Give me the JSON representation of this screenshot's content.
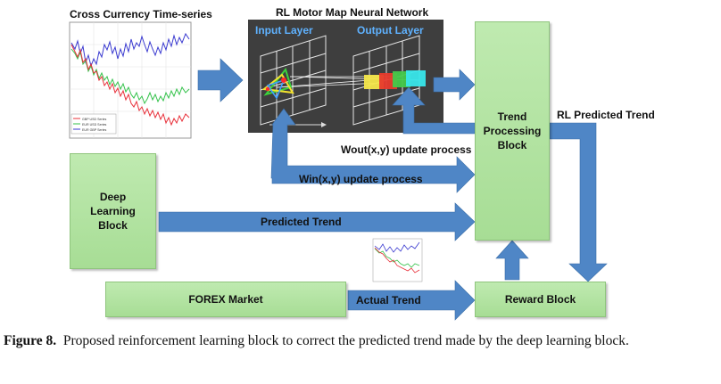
{
  "titles": {
    "timeseries": "Cross Currency Time-series",
    "network": "RL Motor Map Neural Network"
  },
  "network": {
    "input_layer": "Input Layer",
    "output_layer": "Output Layer"
  },
  "legend": [
    "GBP USD Series",
    "EUR USD Series",
    "EUR GBP Series"
  ],
  "blocks": {
    "deep_learning": "Deep Learning Block",
    "trend_processing": "Trend Processing Block",
    "forex": "FOREX Market",
    "reward": "Reward Block"
  },
  "arrows": {
    "wout": "Wout(x,y) update process",
    "win": "Win(x,y) update process",
    "predicted": "Predicted Trend",
    "rl_predicted": "RL Predicted Trend",
    "actual": "Actual Trend"
  },
  "caption": {
    "label": "Figure 8.",
    "text": "Proposed reinforcement learning block to correct the predicted trend made by the deep learning block."
  },
  "colors": {
    "arrow": "#4f86c6",
    "block": "#a9de97",
    "panel": "#3e3e3e",
    "series_red": "#e8303a",
    "series_green": "#33c24a",
    "series_blue": "#3a3ad0"
  }
}
